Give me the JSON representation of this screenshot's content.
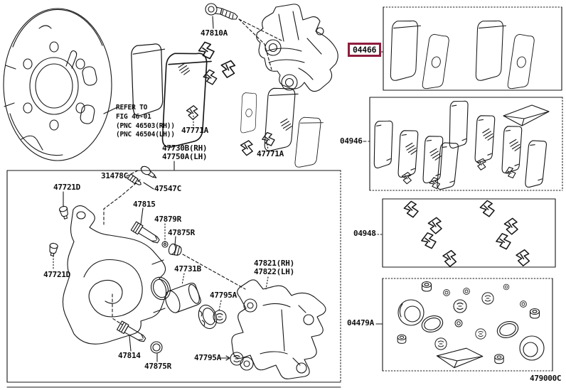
{
  "figure": {
    "code": "479000C",
    "accent_color": "#8e1d3c",
    "ink_color": "#161616",
    "background": "#ffffff"
  },
  "note": {
    "lines": [
      "REFER TO",
      "FIG 46-01",
      "(PNC 46503(RH))",
      "(PNC 46504(LH))"
    ]
  },
  "callouts": {
    "union_bolt": "47810A",
    "pad_clip_left": "47771A",
    "pad_clip_right": "47771A",
    "cylinder_assy_rh": "47730B(RH)",
    "cylinder_assy_lh": "47750A(LH)",
    "bleeder_plug_cap_upper": "47721D",
    "bleeder_plug_cap_lower": "47721D",
    "bleeder_plug_tube": "31478C",
    "bleeder_plug": "47547C",
    "slide_pin_upper": "47815",
    "pin_washer": "47879R",
    "slide_bushing_upper": "47875R",
    "slide_bushing_lower": "47875R",
    "piston": "47731B",
    "mounting_bracket_rh": "47821(RH)",
    "mounting_bracket_lh": "47822(LH)",
    "set_ring_upper": "47795A",
    "set_ring_lower": "47795A",
    "slide_pin_lower": "47814"
  },
  "kits": {
    "pad_kit": "04466",
    "shim_kit": "04946",
    "fitting_kit": "04948",
    "cylinder_kit": "04479A"
  }
}
